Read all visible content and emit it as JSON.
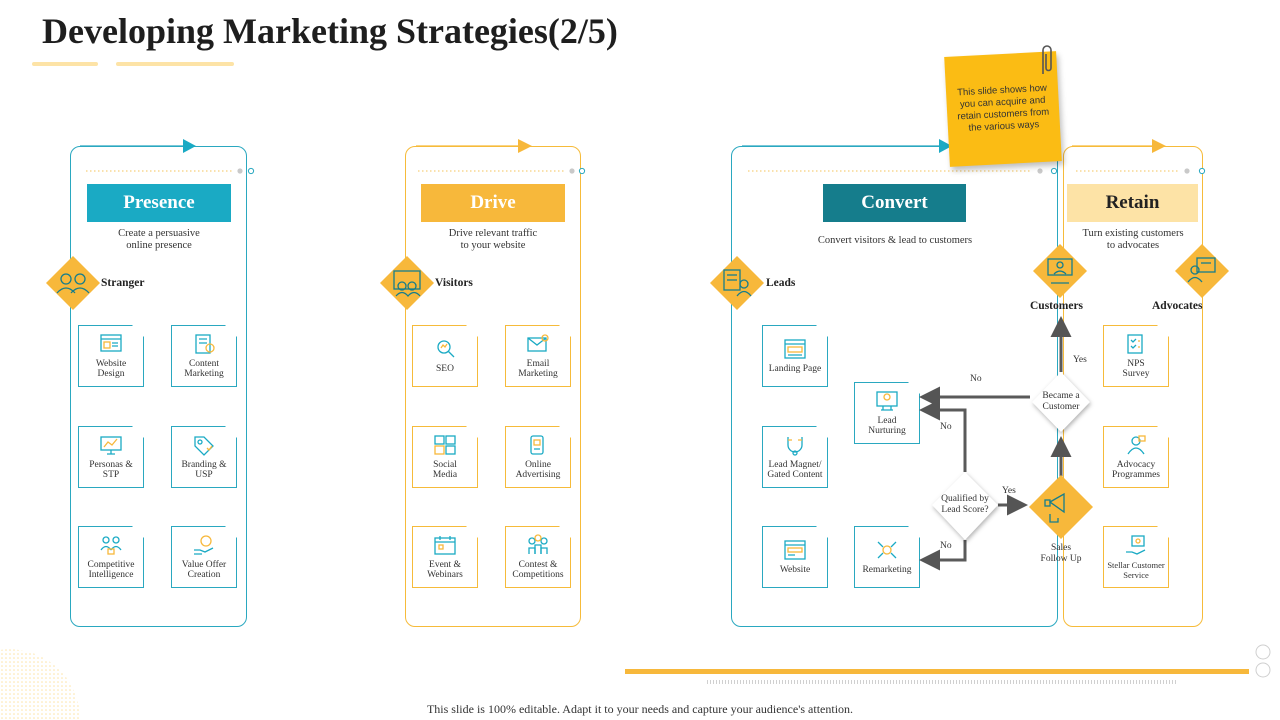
{
  "title": "Developing Marketing Strategies(2/5)",
  "colors": {
    "teal": "#1aaac4",
    "dark_teal": "#157d8c",
    "yellow": "#f7b83b",
    "light_yellow": "#fde3a6",
    "note": "#fbbc14"
  },
  "note": "This slide shows how you can acquire and retain customers from the various ways",
  "presence": {
    "header": "Presence",
    "desc": [
      "Create a persuasive",
      "online presence"
    ],
    "stage": "Stranger",
    "stage_icon": "people-icon",
    "cards": [
      {
        "lines": [
          "Website",
          "Design"
        ],
        "icon": "website-icon"
      },
      {
        "lines": [
          "Content",
          "Marketing"
        ],
        "icon": "document-icon"
      },
      {
        "lines": [
          "Personas &",
          "STP"
        ],
        "icon": "monitor-icon"
      },
      {
        "lines": [
          "Branding &",
          "USP"
        ],
        "icon": "tag-icon"
      },
      {
        "lines": [
          "Competitive",
          "Intelligence"
        ],
        "icon": "team-icon"
      },
      {
        "lines": [
          "Value Offer",
          "Creation"
        ],
        "icon": "hand-coin-icon"
      }
    ]
  },
  "drive": {
    "header": "Drive",
    "desc": [
      "Drive relevant traffic",
      "to your website"
    ],
    "stage": "Visitors",
    "stage_icon": "visitors-icon",
    "cards": [
      {
        "lines": [
          "SEO"
        ],
        "icon": "seo-icon"
      },
      {
        "lines": [
          "Email",
          "Marketing"
        ],
        "icon": "email-icon"
      },
      {
        "lines": [
          "Social",
          "Media"
        ],
        "icon": "social-icon"
      },
      {
        "lines": [
          "Online",
          "Advertising"
        ],
        "icon": "ad-icon"
      },
      {
        "lines": [
          "Event &",
          "Webinars"
        ],
        "icon": "calendar-icon"
      },
      {
        "lines": [
          "Contest &",
          "Competitions"
        ],
        "icon": "trophy-icon"
      }
    ]
  },
  "convert": {
    "header": "Convert",
    "desc": "Convert visitors & lead to customers",
    "stage": "Leads",
    "stage_icon": "leads-icon",
    "cards": [
      {
        "lines": [
          "Landing Page"
        ],
        "icon": "landing-page-icon"
      },
      {
        "lines": [
          "Lead Magnet/",
          "Gated Content"
        ],
        "icon": "magnet-icon"
      },
      {
        "lines": [
          "Website"
        ],
        "icon": "website-icon"
      },
      {
        "lines": [
          "Lead",
          "Nurturing"
        ],
        "icon": "nurture-icon"
      },
      {
        "lines": [
          "Remarketing"
        ],
        "icon": "remarketing-icon"
      }
    ],
    "decision_became": [
      "Became a",
      "Customer"
    ],
    "decision_qualified": [
      "Qualified by",
      "Lead Score?"
    ],
    "sales": [
      "Sales",
      "Follow Up"
    ],
    "no": "No",
    "yes": "Yes"
  },
  "retain": {
    "header": "Retain",
    "desc": [
      "Turn existing customers",
      "to advocates"
    ],
    "customers": "Customers",
    "advocates": "Advocates",
    "cards": [
      {
        "lines": [
          "NPS",
          "Survey"
        ],
        "icon": "survey-icon"
      },
      {
        "lines": [
          "Advocacy",
          "Programmes"
        ],
        "icon": "advocacy-icon"
      },
      {
        "lines": [
          "Stellar Customer",
          "Service"
        ],
        "icon": "service-icon"
      }
    ]
  },
  "footer": "This slide is 100% editable.  Adapt it to your needs and capture your audience's  attention."
}
